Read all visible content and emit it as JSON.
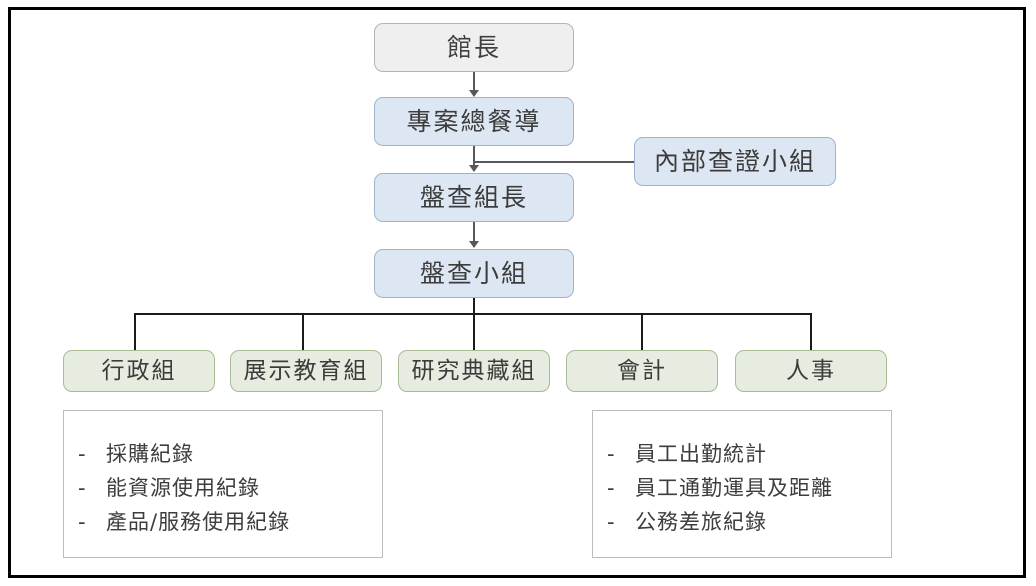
{
  "diagram": {
    "type": "org-chart",
    "title": "",
    "nodes": {
      "director": "館長",
      "project_supervisor": "專案總餐導",
      "internal_verification": "內部查證小組",
      "inventory_leader": "盤查組長",
      "inventory_team": "盤查小組"
    },
    "departments": [
      {
        "label": "行政組"
      },
      {
        "label": "展示教育組"
      },
      {
        "label": "研究典藏組"
      },
      {
        "label": "會計"
      },
      {
        "label": "人事"
      }
    ],
    "record_lists": [
      {
        "name": "admin-records",
        "bullet": "-",
        "items": [
          "採購紀錄",
          "能資源使用紀錄",
          "產品/服務使用紀錄"
        ]
      },
      {
        "name": "personnel-records",
        "bullet": "-",
        "items": [
          "員工出勤統計",
          "員工通勤運具及距離",
          "公務差旅紀錄"
        ]
      }
    ],
    "colors": {
      "gray_fill": "#efefef",
      "gray_border": "#b4b4b4",
      "blue_fill": "#dde7f3",
      "blue_border": "#9cb4cd",
      "green_fill": "#e7ece0",
      "green_border": "#a8bb93",
      "connector": "#58585a",
      "frame": "#000000",
      "listbox_border": "#b9bdc0"
    }
  }
}
